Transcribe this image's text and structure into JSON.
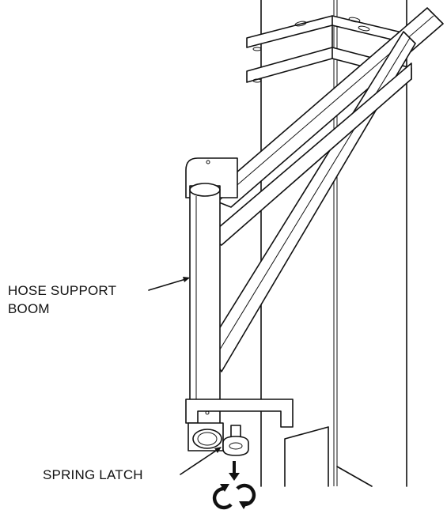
{
  "callouts": {
    "hose_support_boom": {
      "line1": "HOSE SUPPORT",
      "line2": "BOOM"
    },
    "spring_latch": {
      "label": "SPRING LATCH"
    }
  },
  "icons": {
    "latch_action": "pull-down-and-rotate-icon"
  },
  "colors": {
    "line": "#111111",
    "background": "#ffffff"
  }
}
